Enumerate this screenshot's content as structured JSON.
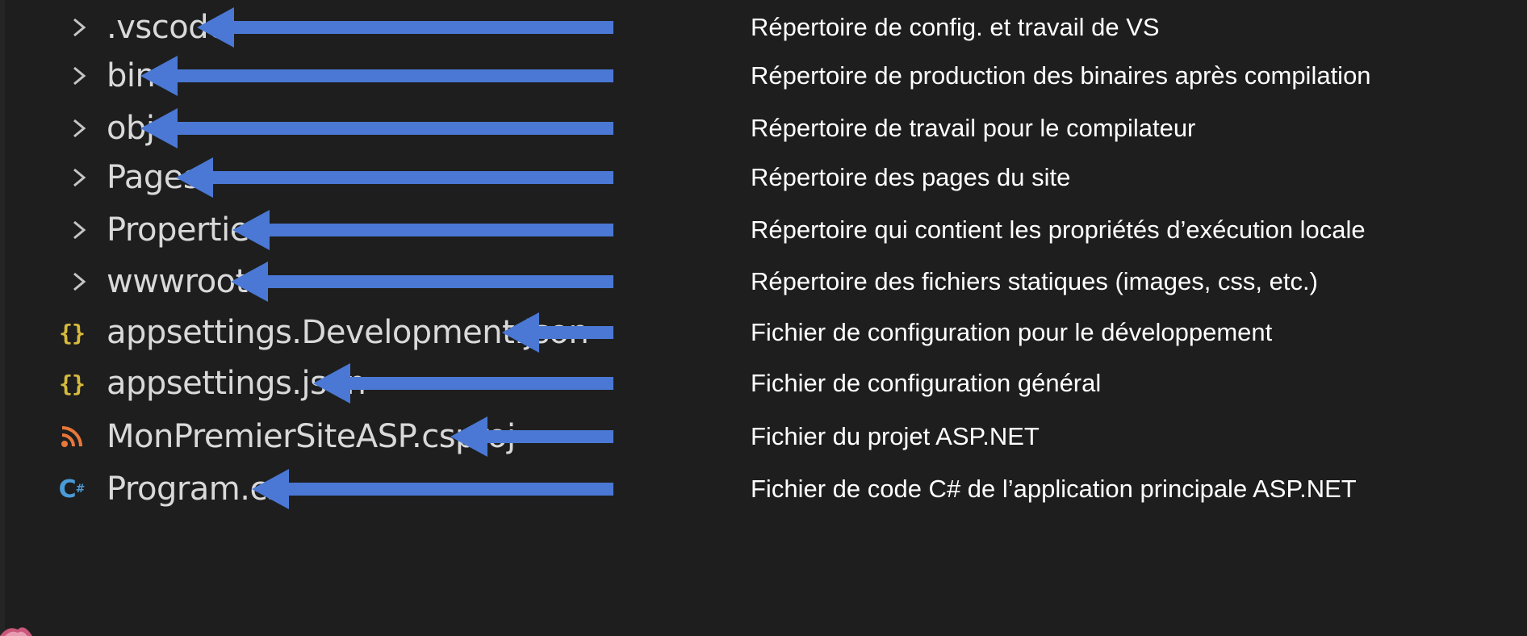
{
  "explorer": {
    "items": [
      {
        "name": ".vscode",
        "type": "folder",
        "icon": "chevron-right-icon",
        "description": "Répertoire de config. et travail de VS"
      },
      {
        "name": "bin",
        "type": "folder",
        "icon": "chevron-right-icon",
        "description": "Répertoire de production des binaires après compilation"
      },
      {
        "name": "obj",
        "type": "folder",
        "icon": "chevron-right-icon",
        "description": "Répertoire de travail pour le compilateur"
      },
      {
        "name": "Pages",
        "type": "folder",
        "icon": "chevron-right-icon",
        "description": "Répertoire des pages du site"
      },
      {
        "name": "Properties",
        "type": "folder",
        "icon": "chevron-right-icon",
        "description": "Répertoire qui contient les propriétés d’exécution locale"
      },
      {
        "name": "wwwroot",
        "type": "folder",
        "icon": "chevron-right-icon",
        "description": "Répertoire des fichiers statiques (images, css, etc.)"
      },
      {
        "name": "appsettings.Development.json",
        "type": "file",
        "icon": "json-braces-icon",
        "description": "Fichier de configuration pour le développement"
      },
      {
        "name": "appsettings.json",
        "type": "file",
        "icon": "json-braces-icon",
        "description": "Fichier de configuration général"
      },
      {
        "name": "MonPremierSiteASP.csproj",
        "type": "file",
        "icon": "rss-icon",
        "description": "Fichier du projet ASP.NET"
      },
      {
        "name": "Program.cs",
        "type": "file",
        "icon": "csharp-icon",
        "description": "Fichier de code C# de l’application principale ASP.NET"
      }
    ]
  },
  "icons": {
    "json_braces_glyph": "{}",
    "csharp_glyph": "C",
    "csharp_sup": "#"
  },
  "colors": {
    "background": "#1e1e1e",
    "item_text": "#d9d9d9",
    "description_text": "#ffffff",
    "arrow": "#4a78d4",
    "chevron": "#c5c5c5",
    "json_icon": "#d7ba3d",
    "rss_icon": "#e8773b",
    "csharp_icon": "#4a9bd8"
  }
}
